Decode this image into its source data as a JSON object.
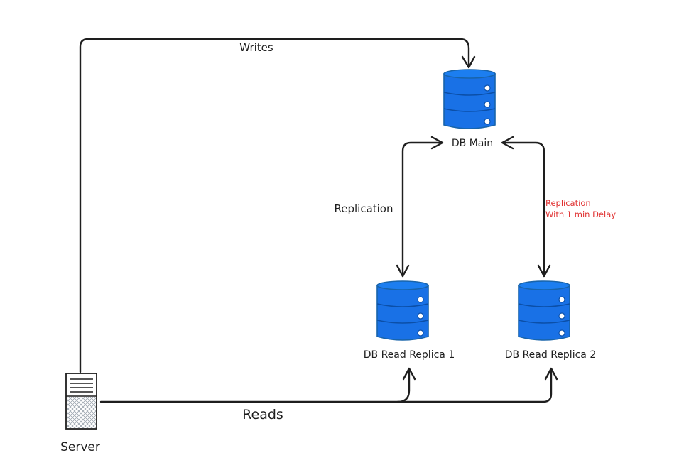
{
  "diagram": {
    "nodes": {
      "db_main": {
        "label": "DB Main",
        "icon": "database-icon"
      },
      "db_replica_1": {
        "label": "DB Read Replica 1",
        "icon": "database-icon"
      },
      "db_replica_2": {
        "label": "DB Read Replica 2",
        "icon": "database-icon"
      },
      "server": {
        "label": "Server",
        "icon": "server-icon"
      }
    },
    "edges": {
      "writes": {
        "label": "Writes",
        "from": "Server",
        "to": "DB Main"
      },
      "reads": {
        "label": "Reads",
        "from": "Server",
        "to": [
          "DB Read Replica 1",
          "DB Read Replica 2"
        ]
      },
      "replication_1": {
        "label": "Replication",
        "between": [
          "DB Main",
          "DB Read Replica 1"
        ]
      },
      "replication_2": {
        "label_line1": "Replication",
        "label_line2": "With 1 min Delay",
        "between": [
          "DB Main",
          "DB Read Replica 2"
        ]
      }
    },
    "colors": {
      "database_fill": "#1971e6",
      "stroke": "#1e1e1e",
      "delay_label": "#e03131"
    }
  }
}
